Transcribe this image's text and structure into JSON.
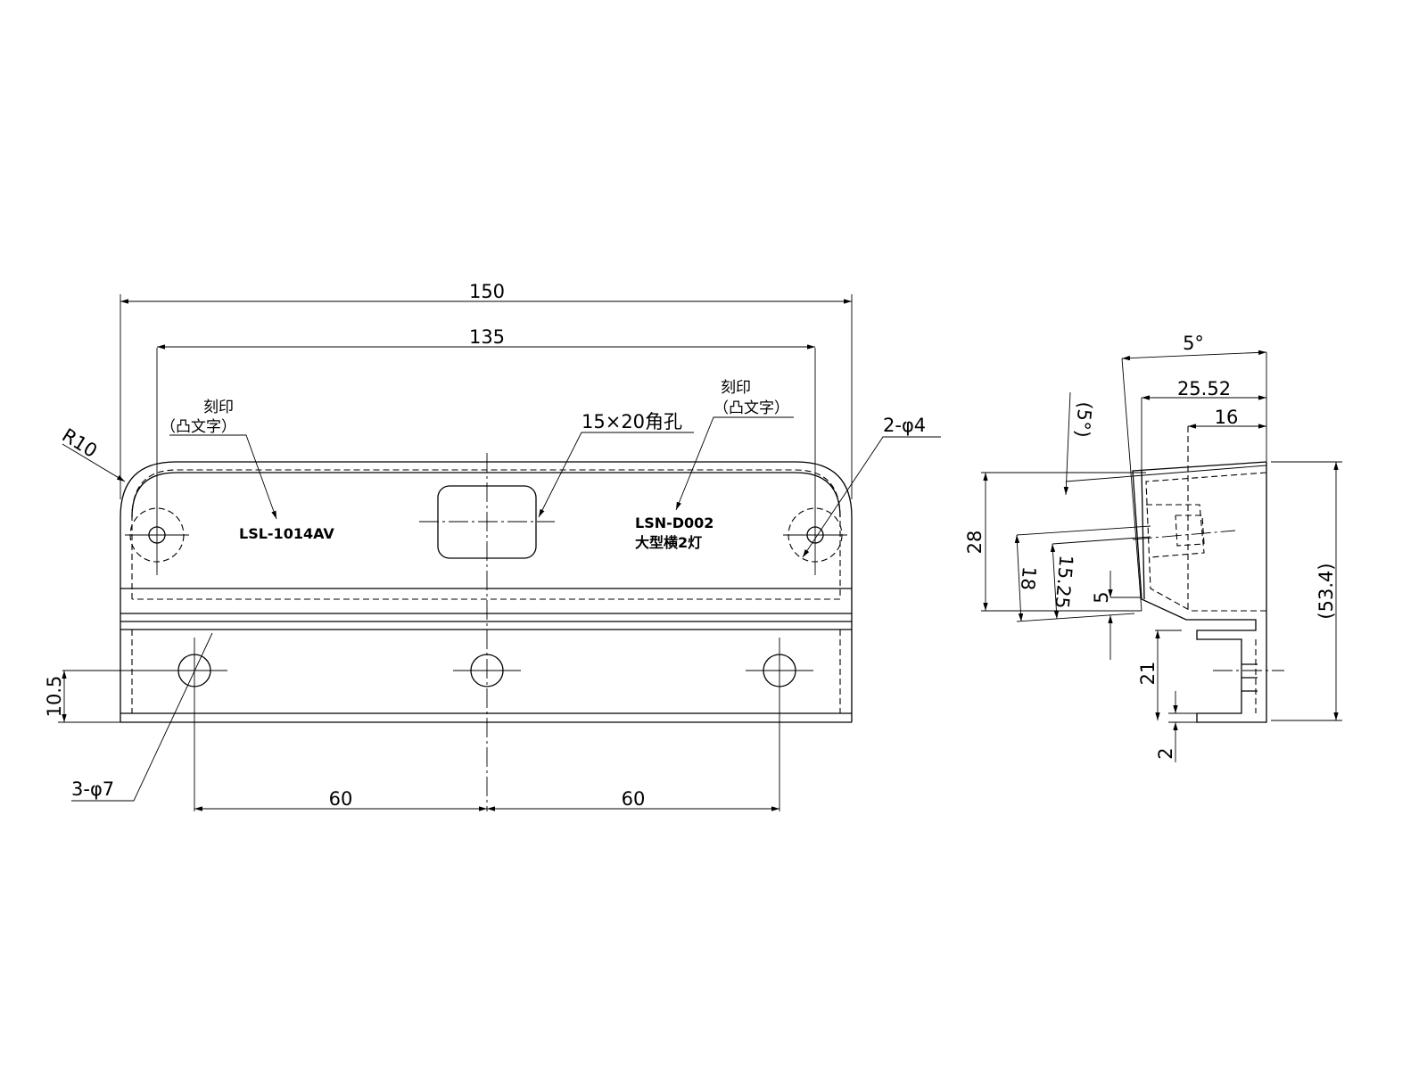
{
  "front_view": {
    "dims": {
      "overall_width": "150",
      "hole_pitch": "135",
      "pitch_left": "60",
      "pitch_right": "60",
      "height_offset": "10.5",
      "radius": "R10"
    },
    "callouts": {
      "small_holes": "2-φ4",
      "large_holes": "3-φ7",
      "square_hole": "15×20角孔",
      "stamp_left_title": "刻印",
      "stamp_left_sub": "（凸文字）",
      "stamp_right_title": "刻印",
      "stamp_right_sub": "（凸文字）"
    },
    "stamps": {
      "left": "LSL-1014AV",
      "right_line1": "LSN-D002",
      "right_line2": "大型横2灯"
    }
  },
  "side_view": {
    "dims": {
      "angle": "5°",
      "angle_ref": "(5°)",
      "depth_outer": "25.52",
      "depth_inner": "16",
      "height_28": "28",
      "height_18": "18",
      "height_15_25": "15.25",
      "gap_5": "5",
      "height_21": "21",
      "thickness_2": "2",
      "overall_height": "(53.4)"
    }
  }
}
